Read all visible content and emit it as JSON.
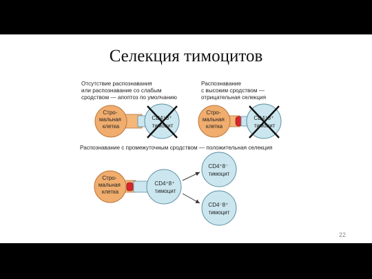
{
  "slide": {
    "title": "Селекция тимоцитов",
    "page_number": "22"
  },
  "panels": {
    "top_left": {
      "caption": [
        "Отсутствие распознавания",
        "или распознавание со слабым",
        "сродством — апоптоз по умолчанию"
      ],
      "stromal_label": [
        "Стро-",
        "мальная",
        "клетка"
      ],
      "thymocyte_label": [
        "CD4⁺8⁺",
        "тимоцит"
      ]
    },
    "top_right": {
      "caption": [
        "Распознавание",
        "с высоким сродством —",
        "отрицательная селекция"
      ],
      "stromal_label": [
        "Стро-",
        "мальная",
        "клетка"
      ],
      "thymocyte_label": [
        "CD4⁺8⁺",
        "тимоцит"
      ]
    },
    "bottom": {
      "caption": "Распознавание с промежуточным сродством — положительная селекция",
      "stromal_label": [
        "Стро-",
        "мальная",
        "клетка"
      ],
      "thymocyte_label": [
        "CD4⁺8⁺",
        "тимоцит"
      ],
      "outcome_1": [
        "CD4⁺8⁻",
        "тимоцит"
      ],
      "outcome_2": [
        "CD4⁻8⁺",
        "тимоцит"
      ]
    }
  },
  "colors": {
    "stromal_fill": "#f0ad6e",
    "stromal_stroke": "#b9763a",
    "thymocyte_fill": "#cbe6ee",
    "thymocyte_stroke": "#5a8ea3",
    "receptor_red": "#d8262c",
    "cross": "#111111",
    "arrow": "#333333"
  }
}
